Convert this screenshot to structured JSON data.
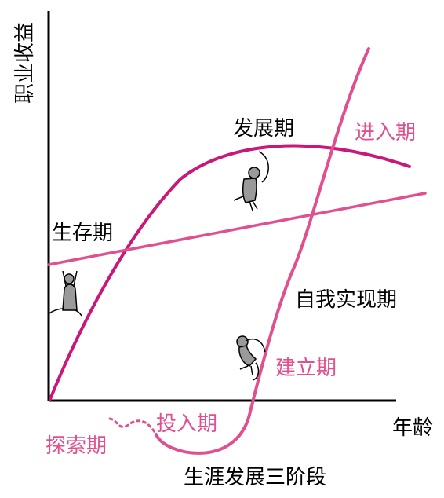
{
  "axes": {
    "y_label": "职业收益",
    "x_label": "年龄"
  },
  "caption": "生涯发展三阶段",
  "stage_labels": {
    "survival": "生存期",
    "development": "发展期",
    "self_actualization": "自我实现期"
  },
  "curve_labels": {
    "entry": "进入期",
    "establishment": "建立期",
    "investment": "投入期",
    "exploration": "探索期"
  },
  "colors": {
    "axis": "#000000",
    "magenta_curve": "#c8197a",
    "pink_curve": "#e0508f",
    "label_pink": "#e0508f",
    "figure_grey": "#9a9a9a"
  }
}
